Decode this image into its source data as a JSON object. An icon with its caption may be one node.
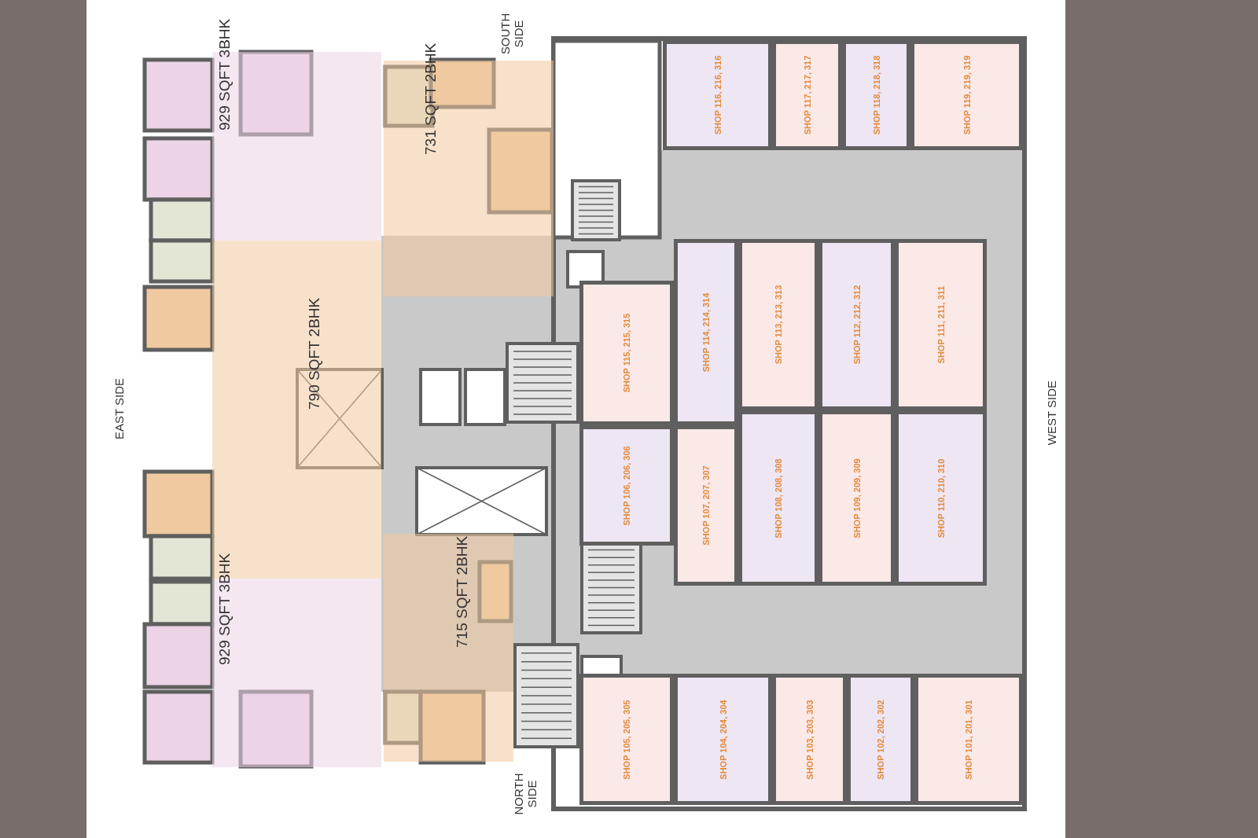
{
  "diagram": {
    "nodes": [
      {
        "text": [
          "SHOP 116, 216, 316"
        ]
      },
      {
        "text": [
          "SHOP 117, 217, 317"
        ]
      },
      {
        "text": [
          "SHOP 118, 218, 318"
        ]
      },
      {
        "text": [
          "SHOP 119, 219, 319"
        ]
      },
      {
        "text": [
          "SHOP 115, 215, 315"
        ]
      },
      {
        "text": [
          "SHOP 114, 214, 314"
        ]
      },
      {
        "text": [
          "SHOP 113, 213, 313"
        ]
      },
      {
        "text": [
          "SHOP 112, 212, 312"
        ]
      },
      {
        "text": [
          "SHOP 111, 211, 311"
        ]
      },
      {
        "text": [
          "SHOP 106, 206, 306"
        ]
      },
      {
        "text": [
          "SHOP 107, 207, 307"
        ]
      },
      {
        "text": [
          "SHOP 108, 208, 308"
        ]
      },
      {
        "text": [
          "SHOP 109, 209, 309"
        ]
      },
      {
        "text": [
          "SHOP 110, 210, 310"
        ]
      },
      {
        "text": [
          "SHOP 105, 205, 305"
        ]
      },
      {
        "text": [
          "SHOP 104, 204, 304"
        ]
      },
      {
        "text": [
          "SHOP 103, 203, 303"
        ]
      },
      {
        "text": [
          "SHOP 102, 202, 302"
        ]
      },
      {
        "text": [
          "SHOP 101, 201, 301"
        ]
      },
      {
        "text": [
          "929 SQFT 3BHK"
        ]
      },
      {
        "text": [
          "731 SQFT 2BHK"
        ]
      },
      {
        "text": [
          "790 SQFT 2BHK"
        ]
      },
      {
        "text": [
          "715 SQFT 2BHK"
        ]
      },
      {
        "text": [
          "929 SQFT 3BHK"
        ]
      }
    ],
    "labels": [
      "SOUTH SIDE",
      "EAST SIDE",
      "WEST SIDE",
      "NORTH SIDE"
    ]
  }
}
